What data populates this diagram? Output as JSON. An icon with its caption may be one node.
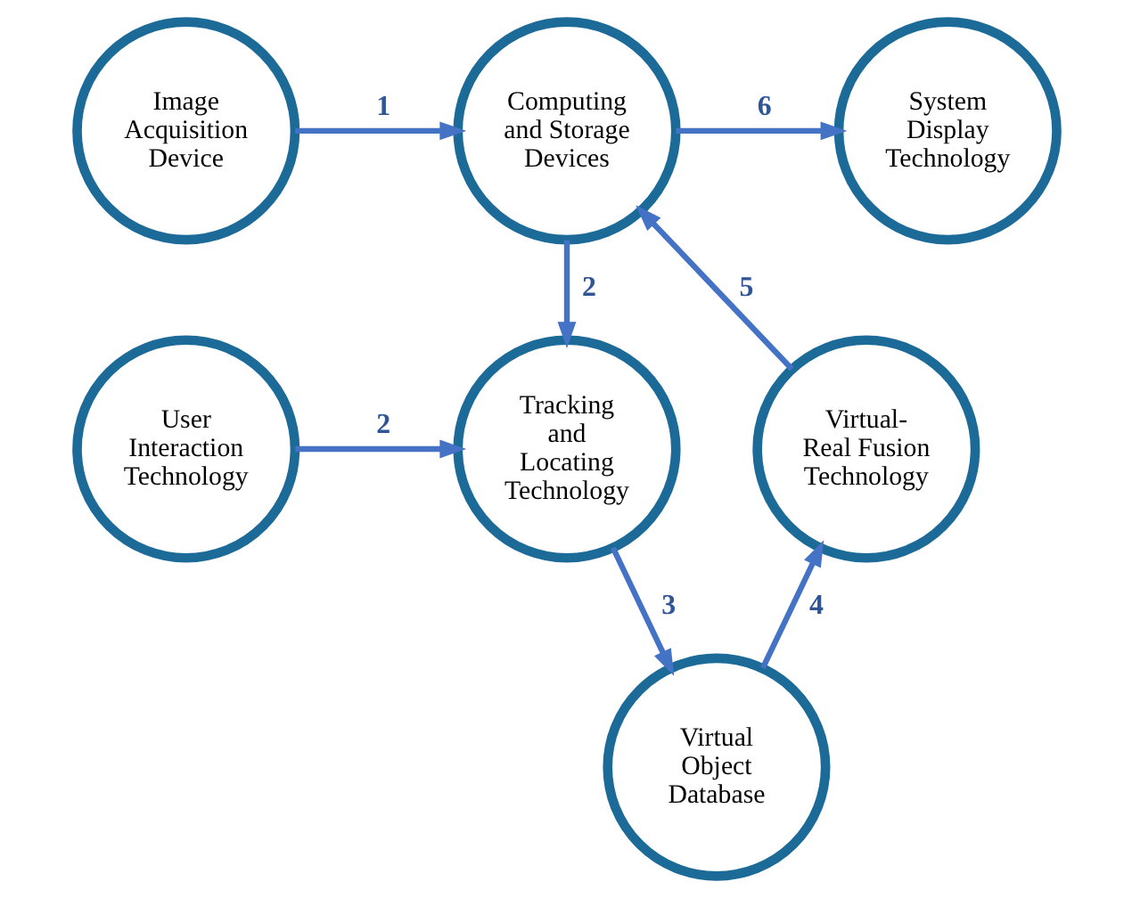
{
  "diagram": {
    "nodes": [
      {
        "text": [
          "Image Acquisition Device"
        ]
      },
      {
        "text": [
          "Computing and Storage Devices"
        ]
      },
      {
        "text": [
          "System Display Technology"
        ]
      },
      {
        "text": [
          "User Interaction Technology"
        ]
      },
      {
        "text": [
          "Tracking and Locating Technology"
        ]
      },
      {
        "text": [
          "Virtual- Real Fusion Technology"
        ]
      },
      {
        "text": [
          "Virtual Object Database"
        ]
      }
    ],
    "edges": [
      {
        "from": 0,
        "to": 1,
        "arrow": "to",
        "label": "1"
      },
      {
        "from": 1,
        "to": 2,
        "arrow": "to",
        "label": "6"
      },
      {
        "from": 1,
        "to": 4,
        "arrow": "to",
        "label": "2"
      },
      {
        "from": 3,
        "to": 4,
        "arrow": "to",
        "label": "2"
      },
      {
        "from": 4,
        "to": 6,
        "arrow": "to",
        "label": "3"
      },
      {
        "from": 6,
        "to": 5,
        "arrow": "to",
        "label": "4"
      },
      {
        "from": 5,
        "to": 1,
        "arrow": "to",
        "label": "5"
      }
    ]
  }
}
